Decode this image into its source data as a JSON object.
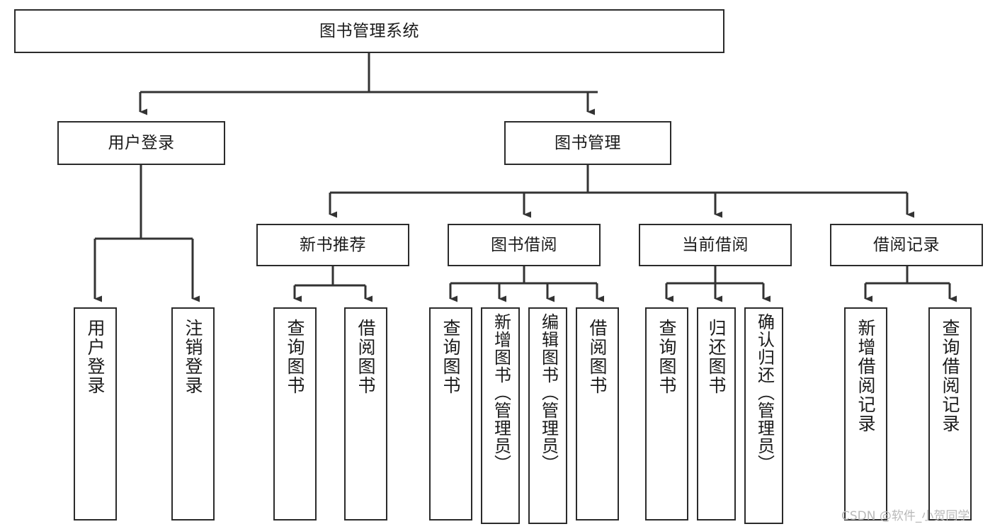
{
  "diagram": {
    "type": "tree-hierarchy-flowchart",
    "title": "图书管理系统",
    "root": {
      "id": "root",
      "label": "图书管理系统",
      "orientation": "horizontal"
    },
    "level2": [
      {
        "id": "user-login",
        "label": "用户登录",
        "orientation": "horizontal"
      },
      {
        "id": "book-manage",
        "label": "图书管理",
        "orientation": "horizontal"
      }
    ],
    "level3": [
      {
        "id": "new-book-rec",
        "label": "新书推荐",
        "orientation": "horizontal"
      },
      {
        "id": "book-borrow",
        "label": "图书借阅",
        "orientation": "horizontal"
      },
      {
        "id": "current-borrow",
        "label": "当前借阅",
        "orientation": "horizontal"
      },
      {
        "id": "borrow-record",
        "label": "借阅记录",
        "orientation": "horizontal"
      }
    ],
    "leaves": [
      {
        "id": "leaf-user-login",
        "label": "用户登录",
        "parent": "user-login",
        "orientation": "vertical"
      },
      {
        "id": "leaf-user-logout",
        "label": "注销登录",
        "parent": "user-login",
        "orientation": "vertical"
      },
      {
        "id": "leaf-query-book-1",
        "label": "查询图书",
        "parent": "new-book-rec",
        "orientation": "vertical"
      },
      {
        "id": "leaf-borrow-book-1",
        "label": "借阅图书",
        "parent": "new-book-rec",
        "orientation": "vertical"
      },
      {
        "id": "leaf-query-book-2",
        "label": "查询图书",
        "parent": "book-borrow",
        "orientation": "vertical"
      },
      {
        "id": "leaf-add-book",
        "label": "新增图书（管理员）",
        "parent": "book-borrow",
        "orientation": "vertical"
      },
      {
        "id": "leaf-edit-book",
        "label": "编辑图书（管理员）",
        "parent": "book-borrow",
        "orientation": "vertical"
      },
      {
        "id": "leaf-borrow-book-2",
        "label": "借阅图书",
        "parent": "book-borrow",
        "orientation": "vertical"
      },
      {
        "id": "leaf-query-book-3",
        "label": "查询图书",
        "parent": "current-borrow",
        "orientation": "vertical"
      },
      {
        "id": "leaf-return-book",
        "label": "归还图书",
        "parent": "current-borrow",
        "orientation": "vertical"
      },
      {
        "id": "leaf-confirm-return",
        "label": "确认归还（管理员）",
        "parent": "current-borrow",
        "orientation": "vertical"
      },
      {
        "id": "leaf-add-record",
        "label": "新增借阅记录",
        "parent": "borrow-record",
        "orientation": "vertical"
      },
      {
        "id": "leaf-query-record",
        "label": "查询借阅记录",
        "parent": "borrow-record",
        "orientation": "vertical"
      }
    ],
    "colors": {
      "border": "#2b2b2b",
      "background": "#ffffff",
      "text": "#1b1b1b",
      "edge": "#333333",
      "watermark": "#b9b9b9"
    }
  },
  "watermark": {
    "text": "CSDN @软件_小贺同学"
  }
}
